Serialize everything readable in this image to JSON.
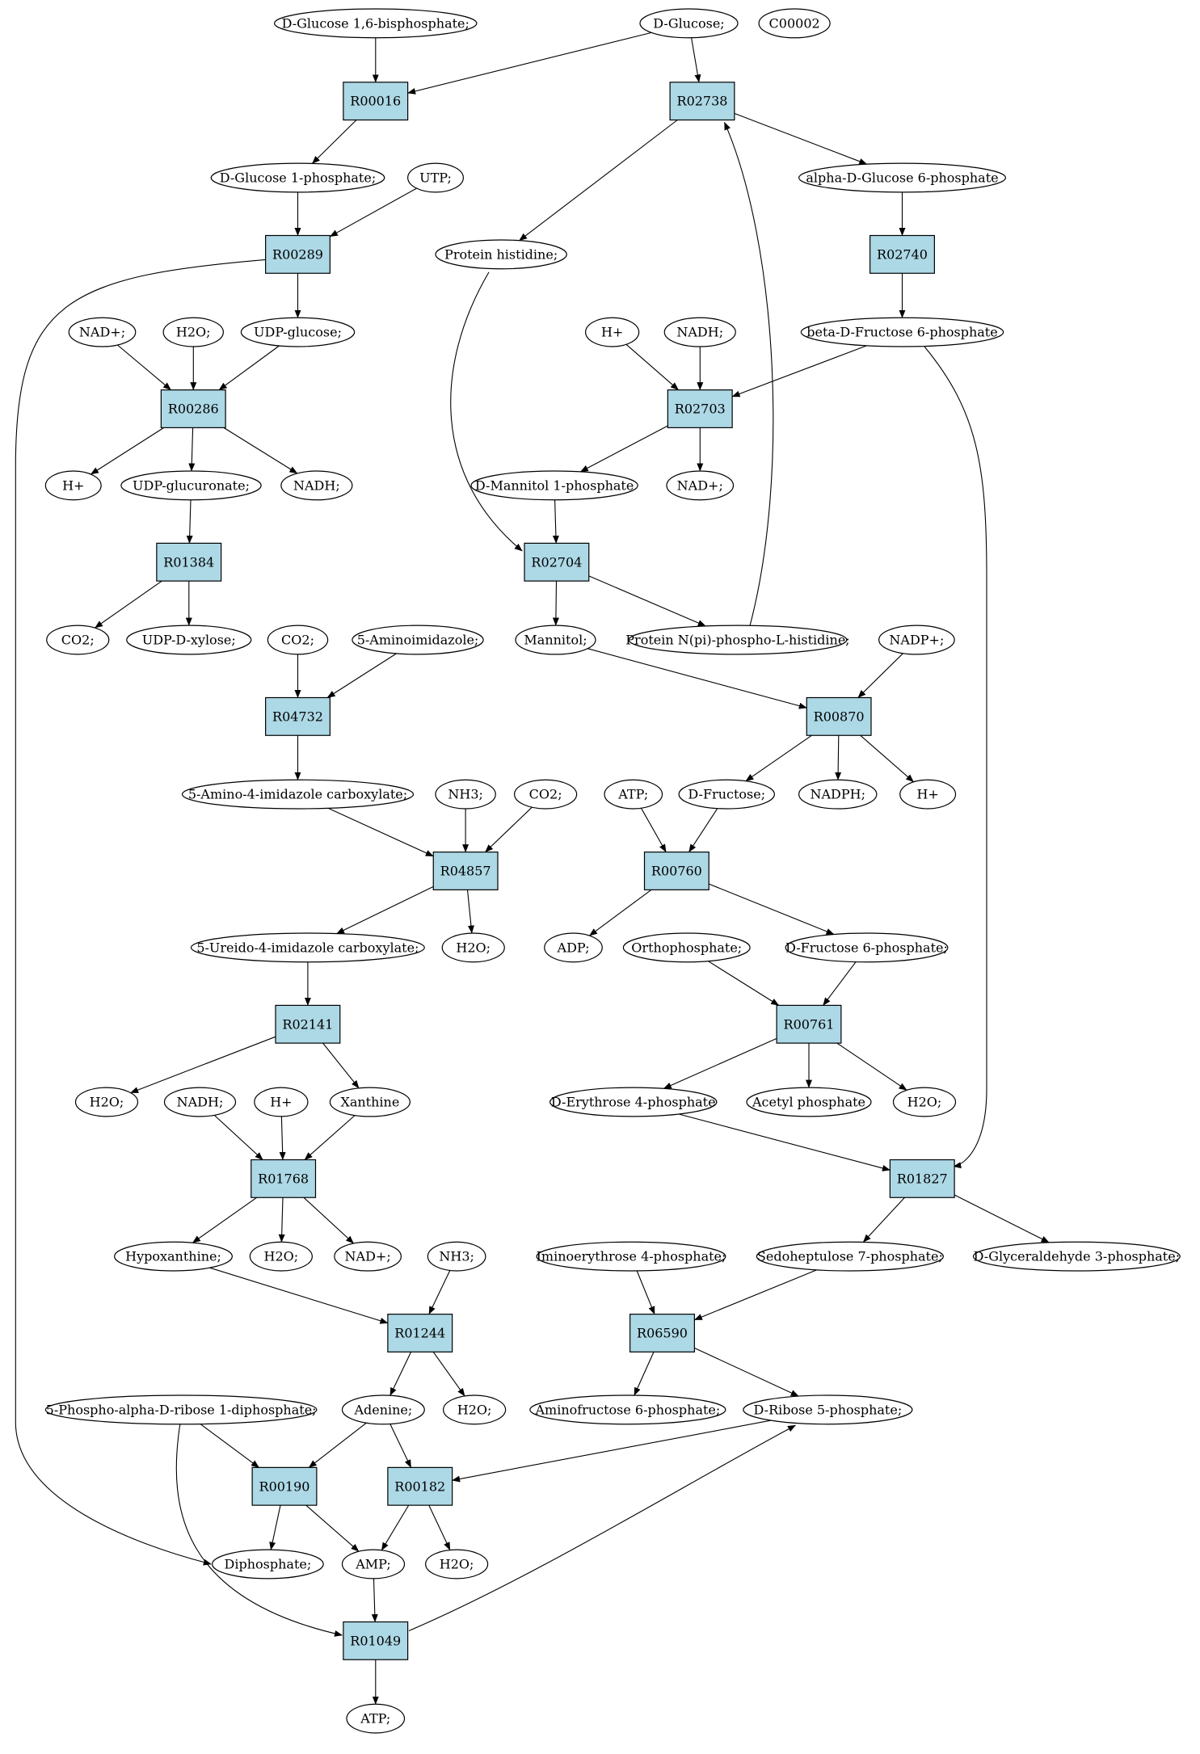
{
  "colors": {
    "reaction_fill": "#add8e6",
    "compound_fill": "#ffffff",
    "source_fill": "#00ee00",
    "highlight_fill": "#ffff00",
    "stroke": "#000000"
  },
  "nodes": [
    {
      "id": "c_glc16bp",
      "label": "D-Glucose 1,6-bisphosphate;",
      "kind": "compound"
    },
    {
      "id": "c_glc",
      "label": "D-Glucose;",
      "kind": "source"
    },
    {
      "id": "c_c00002",
      "label": "C00002",
      "kind": "highlight"
    },
    {
      "id": "r_R00016",
      "label": "R00016",
      "kind": "reaction"
    },
    {
      "id": "r_R02738",
      "label": "R02738",
      "kind": "reaction"
    },
    {
      "id": "c_glc1p",
      "label": "D-Glucose 1-phosphate;",
      "kind": "compound"
    },
    {
      "id": "c_utp",
      "label": "UTP;",
      "kind": "compound"
    },
    {
      "id": "c_aglc6p",
      "label": "alpha-D-Glucose 6-phosphate",
      "kind": "compound"
    },
    {
      "id": "r_R00289",
      "label": "R00289",
      "kind": "reaction"
    },
    {
      "id": "c_prothis",
      "label": "Protein histidine;",
      "kind": "compound"
    },
    {
      "id": "r_R02740",
      "label": "R02740",
      "kind": "reaction"
    },
    {
      "id": "c_nad_1",
      "label": "NAD+;",
      "kind": "compound"
    },
    {
      "id": "c_h2o_1",
      "label": "H2O;",
      "kind": "compound"
    },
    {
      "id": "c_udpglc",
      "label": "UDP-glucose;",
      "kind": "compound"
    },
    {
      "id": "c_h_2",
      "label": "H+",
      "kind": "compound"
    },
    {
      "id": "c_nadh_2",
      "label": "NADH;",
      "kind": "compound"
    },
    {
      "id": "c_bfru6p",
      "label": "beta-D-Fructose 6-phosphate",
      "kind": "compound"
    },
    {
      "id": "r_R00286",
      "label": "R00286",
      "kind": "reaction"
    },
    {
      "id": "r_R02703",
      "label": "R02703",
      "kind": "reaction"
    },
    {
      "id": "c_h_1",
      "label": "H+",
      "kind": "compound"
    },
    {
      "id": "c_udpglcA",
      "label": "UDP-glucuronate;",
      "kind": "compound"
    },
    {
      "id": "c_nadh_1",
      "label": "NADH;",
      "kind": "compound"
    },
    {
      "id": "c_mtl1p",
      "label": "D-Mannitol 1-phosphate",
      "kind": "compound"
    },
    {
      "id": "c_nad_2",
      "label": "NAD+;",
      "kind": "compound"
    },
    {
      "id": "r_R01384",
      "label": "R01384",
      "kind": "reaction"
    },
    {
      "id": "r_R02704",
      "label": "R02704",
      "kind": "reaction"
    },
    {
      "id": "c_co2_1",
      "label": "CO2;",
      "kind": "compound"
    },
    {
      "id": "c_udpxyl",
      "label": "UDP-D-xylose;",
      "kind": "compound"
    },
    {
      "id": "c_co2_2",
      "label": "CO2;",
      "kind": "compound"
    },
    {
      "id": "c_air",
      "label": "5-Aminoimidazole;",
      "kind": "compound"
    },
    {
      "id": "c_mannitol",
      "label": "Mannitol;",
      "kind": "compound"
    },
    {
      "id": "c_prothisp",
      "label": "Protein N(pi)-phospho-L-histidine;",
      "kind": "compound"
    },
    {
      "id": "c_nadp",
      "label": "NADP+;",
      "kind": "compound"
    },
    {
      "id": "r_R04732",
      "label": "R04732",
      "kind": "reaction"
    },
    {
      "id": "r_R00870",
      "label": "R00870",
      "kind": "reaction"
    },
    {
      "id": "c_caia",
      "label": "5-Amino-4-imidazole carboxylate;",
      "kind": "compound"
    },
    {
      "id": "c_nh3_1",
      "label": "NH3;",
      "kind": "compound"
    },
    {
      "id": "c_co2_3",
      "label": "CO2;",
      "kind": "compound"
    },
    {
      "id": "c_atp_1",
      "label": "ATP;",
      "kind": "compound"
    },
    {
      "id": "c_fru",
      "label": "D-Fructose;",
      "kind": "compound"
    },
    {
      "id": "c_nadph",
      "label": "NADPH;",
      "kind": "compound"
    },
    {
      "id": "c_h_3",
      "label": "H+",
      "kind": "compound"
    },
    {
      "id": "r_R04857",
      "label": "R04857",
      "kind": "reaction"
    },
    {
      "id": "r_R00760",
      "label": "R00760",
      "kind": "reaction"
    },
    {
      "id": "c_uica",
      "label": "5-Ureido-4-imidazole carboxylate;",
      "kind": "compound"
    },
    {
      "id": "c_h2o_2",
      "label": "H2O;",
      "kind": "compound"
    },
    {
      "id": "c_adp",
      "label": "ADP;",
      "kind": "compound"
    },
    {
      "id": "c_pi",
      "label": "Orthophosphate;",
      "kind": "compound"
    },
    {
      "id": "c_fru6p",
      "label": "D-Fructose 6-phosphate;",
      "kind": "compound"
    },
    {
      "id": "r_R02141",
      "label": "R02141",
      "kind": "reaction"
    },
    {
      "id": "r_R00761",
      "label": "R00761",
      "kind": "reaction"
    },
    {
      "id": "c_h2o_3",
      "label": "H2O;",
      "kind": "compound"
    },
    {
      "id": "c_nadh_3",
      "label": "NADH;",
      "kind": "compound"
    },
    {
      "id": "c_h_4",
      "label": "H+",
      "kind": "compound"
    },
    {
      "id": "c_xan",
      "label": "Xanthine",
      "kind": "compound"
    },
    {
      "id": "c_e4p",
      "label": "D-Erythrose 4-phosphate",
      "kind": "compound"
    },
    {
      "id": "c_acp",
      "label": "Acetyl phosphate",
      "kind": "compound"
    },
    {
      "id": "c_h2o_4",
      "label": "H2O;",
      "kind": "compound"
    },
    {
      "id": "r_R01768",
      "label": "R01768",
      "kind": "reaction"
    },
    {
      "id": "r_R01827",
      "label": "R01827",
      "kind": "reaction"
    },
    {
      "id": "c_hyp",
      "label": "Hypoxanthine;",
      "kind": "compound"
    },
    {
      "id": "c_h2o_5",
      "label": "H2O;",
      "kind": "compound"
    },
    {
      "id": "c_nad_3",
      "label": "NAD+;",
      "kind": "compound"
    },
    {
      "id": "c_nh3_2",
      "label": "NH3;",
      "kind": "compound"
    },
    {
      "id": "c_ie4p",
      "label": "Iminoerythrose 4-phosphate;",
      "kind": "compound"
    },
    {
      "id": "c_s7p",
      "label": "Sedoheptulose 7-phosphate;",
      "kind": "compound"
    },
    {
      "id": "c_g3p",
      "label": "D-Glyceraldehyde 3-phosphate;",
      "kind": "compound"
    },
    {
      "id": "r_R01244",
      "label": "R01244",
      "kind": "reaction"
    },
    {
      "id": "r_R06590",
      "label": "R06590",
      "kind": "reaction"
    },
    {
      "id": "c_prpp",
      "label": "5-Phospho-alpha-D-ribose 1-diphosphate;",
      "kind": "compound"
    },
    {
      "id": "c_ade",
      "label": "Adenine;",
      "kind": "compound"
    },
    {
      "id": "c_h2o_6",
      "label": "H2O;",
      "kind": "compound"
    },
    {
      "id": "c_af6p",
      "label": "Aminofructose 6-phosphate;",
      "kind": "compound"
    },
    {
      "id": "c_r5p",
      "label": "D-Ribose 5-phosphate;",
      "kind": "compound"
    },
    {
      "id": "r_R00190",
      "label": "R00190",
      "kind": "reaction"
    },
    {
      "id": "r_R00182",
      "label": "R00182",
      "kind": "reaction"
    },
    {
      "id": "c_ppi",
      "label": "Diphosphate;",
      "kind": "compound"
    },
    {
      "id": "c_amp",
      "label": "AMP;",
      "kind": "compound"
    },
    {
      "id": "c_h2o_7",
      "label": "H2O;",
      "kind": "compound"
    },
    {
      "id": "r_R01049",
      "label": "R01049",
      "kind": "reaction"
    },
    {
      "id": "c_atp_2",
      "label": "ATP;",
      "kind": "compound"
    }
  ],
  "edges": [
    [
      "c_glc16bp",
      "r_R00016"
    ],
    [
      "c_glc",
      "r_R00016"
    ],
    [
      "c_glc",
      "r_R02738"
    ],
    [
      "r_R00016",
      "c_glc1p"
    ],
    [
      "c_glc1p",
      "r_R00289"
    ],
    [
      "c_utp",
      "r_R00289"
    ],
    [
      "r_R00289",
      "c_udpglc"
    ],
    [
      "r_R00289",
      "c_ppi"
    ],
    [
      "c_nad_1",
      "r_R00286"
    ],
    [
      "c_h2o_1",
      "r_R00286"
    ],
    [
      "c_udpglc",
      "r_R00286"
    ],
    [
      "r_R00286",
      "c_h_1"
    ],
    [
      "r_R00286",
      "c_udpglcA"
    ],
    [
      "r_R00286",
      "c_nadh_1"
    ],
    [
      "c_udpglcA",
      "r_R01384"
    ],
    [
      "r_R01384",
      "c_co2_1"
    ],
    [
      "r_R01384",
      "c_udpxyl"
    ],
    [
      "r_R02738",
      "c_prothis"
    ],
    [
      "r_R02738",
      "c_aglc6p"
    ],
    [
      "c_aglc6p",
      "r_R02740"
    ],
    [
      "r_R02740",
      "c_bfru6p"
    ],
    [
      "c_h_2",
      "r_R02703"
    ],
    [
      "c_nadh_2",
      "r_R02703"
    ],
    [
      "c_bfru6p",
      "r_R02703"
    ],
    [
      "r_R02703",
      "c_mtl1p"
    ],
    [
      "r_R02703",
      "c_nad_2"
    ],
    [
      "c_mtl1p",
      "r_R02704"
    ],
    [
      "c_prothis",
      "r_R02704"
    ],
    [
      "r_R02704",
      "c_mannitol"
    ],
    [
      "r_R02704",
      "c_prothisp"
    ],
    [
      "c_prothisp",
      "r_R02738"
    ],
    [
      "c_bfru6p",
      "r_R01827"
    ],
    [
      "c_mannitol",
      "r_R00870"
    ],
    [
      "c_nadp",
      "r_R00870"
    ],
    [
      "r_R00870",
      "c_fru"
    ],
    [
      "r_R00870",
      "c_nadph"
    ],
    [
      "r_R00870",
      "c_h_3"
    ],
    [
      "c_co2_2",
      "r_R04732"
    ],
    [
      "c_air",
      "r_R04732"
    ],
    [
      "r_R04732",
      "c_caia"
    ],
    [
      "c_caia",
      "r_R04857"
    ],
    [
      "c_nh3_1",
      "r_R04857"
    ],
    [
      "c_co2_3",
      "r_R04857"
    ],
    [
      "r_R04857",
      "c_uica"
    ],
    [
      "r_R04857",
      "c_h2o_2"
    ],
    [
      "c_atp_1",
      "r_R00760"
    ],
    [
      "c_fru",
      "r_R00760"
    ],
    [
      "r_R00760",
      "c_adp"
    ],
    [
      "r_R00760",
      "c_fru6p"
    ],
    [
      "c_uica",
      "r_R02141"
    ],
    [
      "r_R02141",
      "c_h2o_3"
    ],
    [
      "r_R02141",
      "c_xan"
    ],
    [
      "c_pi",
      "r_R00761"
    ],
    [
      "c_fru6p",
      "r_R00761"
    ],
    [
      "r_R00761",
      "c_e4p"
    ],
    [
      "r_R00761",
      "c_acp"
    ],
    [
      "r_R00761",
      "c_h2o_4"
    ],
    [
      "c_nadh_3",
      "r_R01768"
    ],
    [
      "c_h_4",
      "r_R01768"
    ],
    [
      "c_xan",
      "r_R01768"
    ],
    [
      "r_R01768",
      "c_hyp"
    ],
    [
      "r_R01768",
      "c_h2o_5"
    ],
    [
      "r_R01768",
      "c_nad_3"
    ],
    [
      "c_e4p",
      "r_R01827"
    ],
    [
      "r_R01827",
      "c_s7p"
    ],
    [
      "r_R01827",
      "c_g3p"
    ],
    [
      "c_hyp",
      "r_R01244"
    ],
    [
      "c_nh3_2",
      "r_R01244"
    ],
    [
      "r_R01244",
      "c_ade"
    ],
    [
      "r_R01244",
      "c_h2o_6"
    ],
    [
      "c_ie4p",
      "r_R06590"
    ],
    [
      "c_s7p",
      "r_R06590"
    ],
    [
      "r_R06590",
      "c_af6p"
    ],
    [
      "r_R06590",
      "c_r5p"
    ],
    [
      "c_prpp",
      "r_R00190"
    ],
    [
      "c_ade",
      "r_R00190"
    ],
    [
      "r_R00190",
      "c_ppi"
    ],
    [
      "r_R00190",
      "c_amp"
    ],
    [
      "c_ade",
      "r_R00182"
    ],
    [
      "c_r5p",
      "r_R00182"
    ],
    [
      "r_R00182",
      "c_amp"
    ],
    [
      "r_R00182",
      "c_h2o_7"
    ],
    [
      "c_amp",
      "r_R01049"
    ],
    [
      "c_prpp",
      "r_R01049"
    ],
    [
      "r_R01049",
      "c_atp_2"
    ],
    [
      "r_R01049",
      "c_r5p"
    ]
  ]
}
